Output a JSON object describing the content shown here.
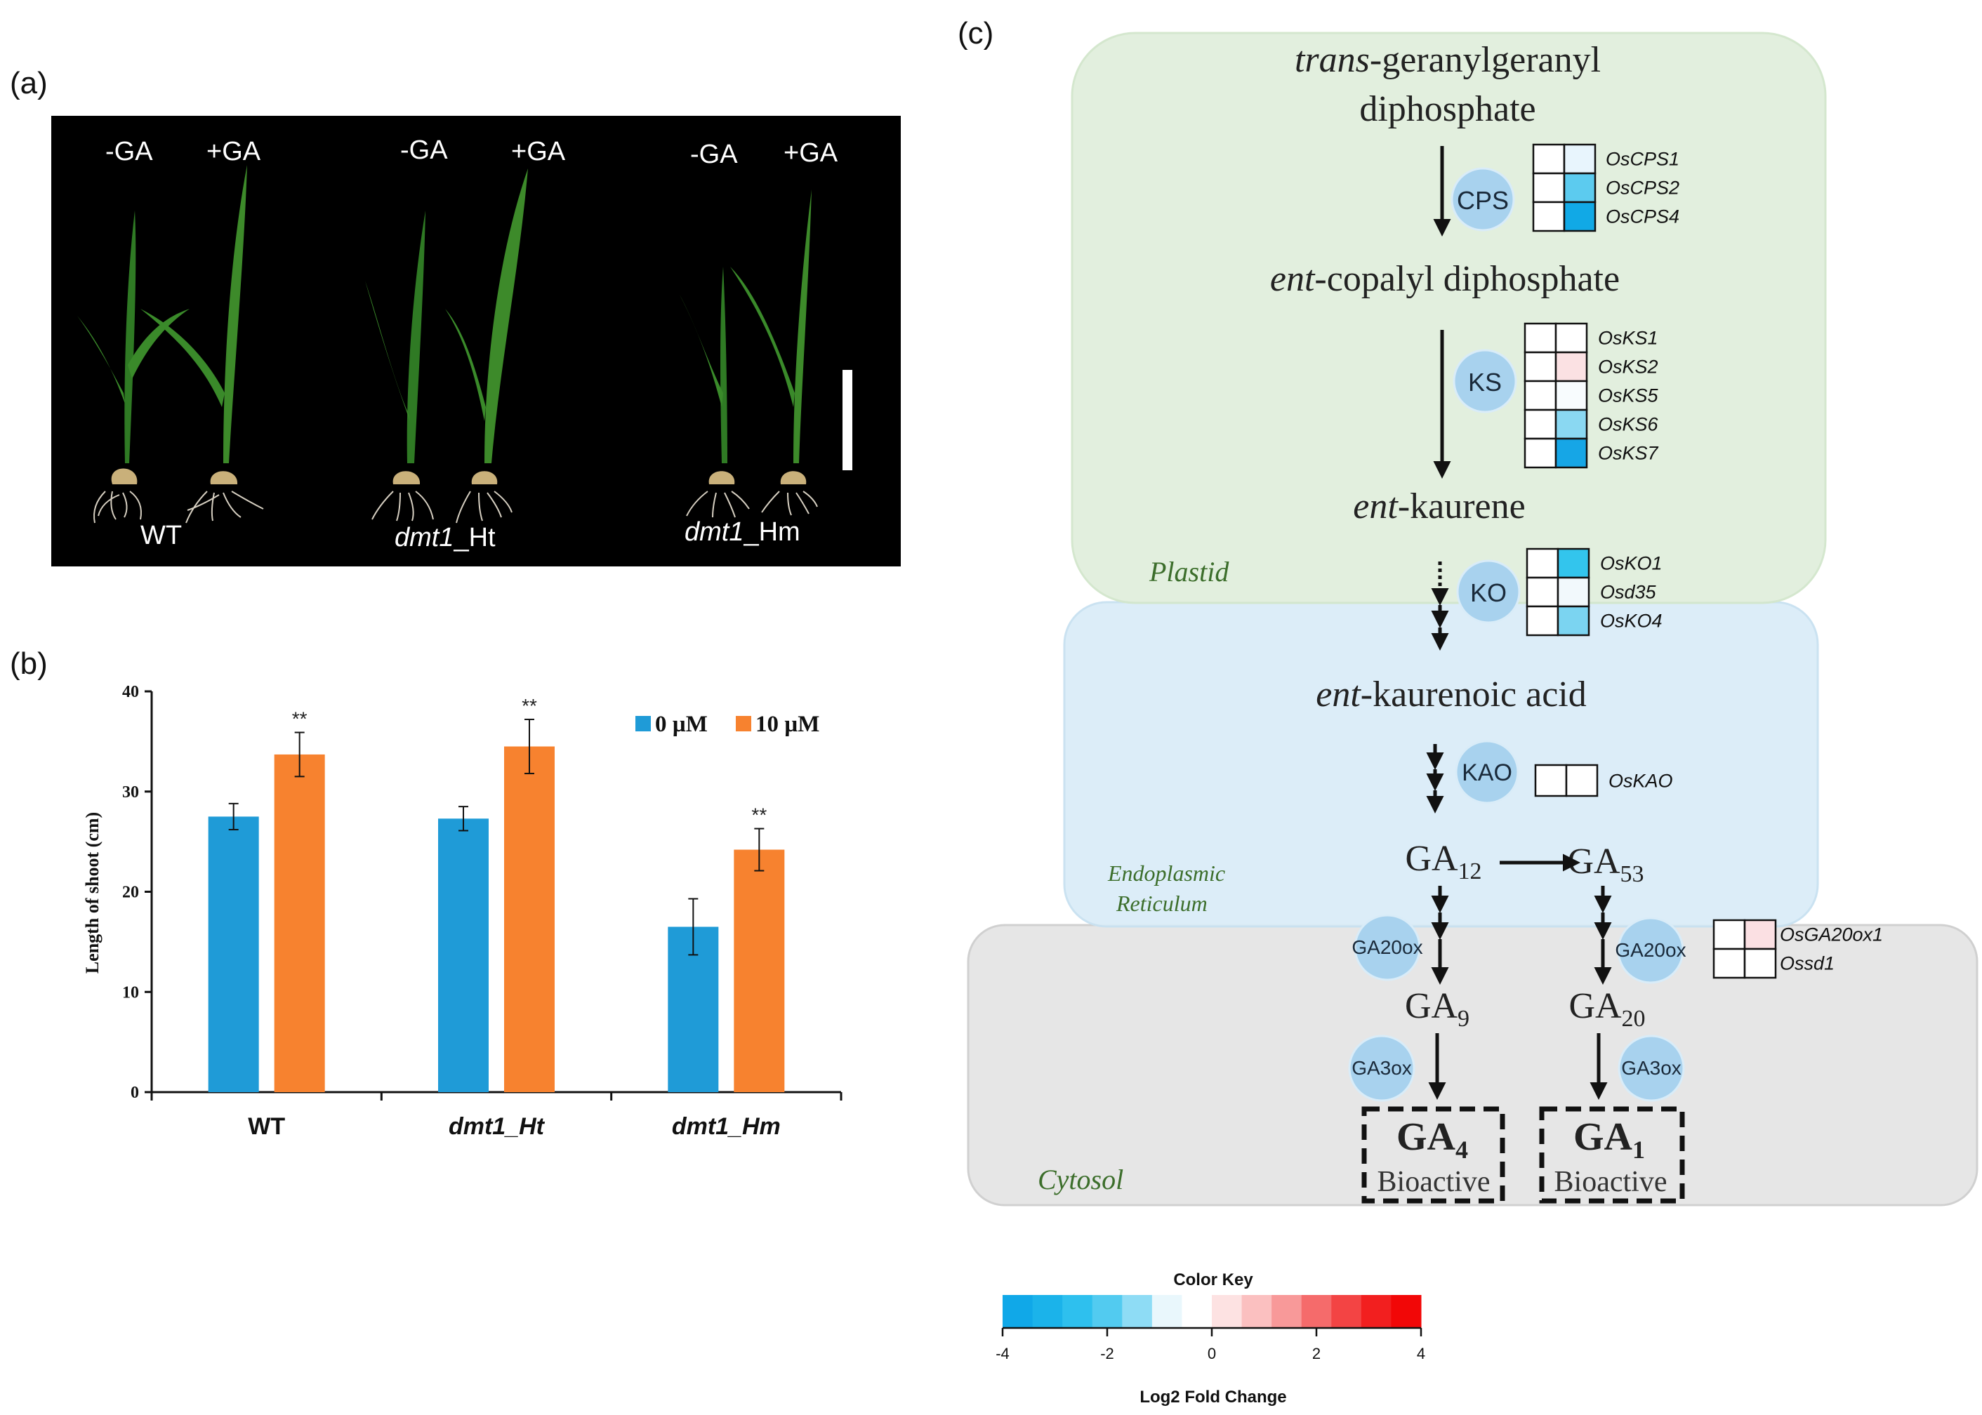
{
  "panels": {
    "a": "(a)",
    "b": "(b)",
    "c": "(c)"
  },
  "photo": {
    "labels": {
      "minus_ga_1": "-GA",
      "plus_ga_1": "+GA",
      "minus_ga_2": "-GA",
      "plus_ga_2": "+GA",
      "minus_ga_3": "-GA",
      "plus_ga_3": "+GA"
    },
    "genotypes": {
      "wt": "WT",
      "ht_italic": "dmt1",
      "ht_suffix": "_Ht",
      "hm_italic": "dmt1",
      "hm_suffix": "_Hm"
    }
  },
  "chart_data": {
    "type": "bar",
    "categories": [
      "WT",
      "dmt1_Ht",
      "dmt1_Hm"
    ],
    "ylabel": "Length of shoot (cm)",
    "ylim": [
      0,
      40
    ],
    "yticks": [
      "0",
      "10",
      "20",
      "30",
      "40"
    ],
    "legend_placement": "top-right",
    "series": [
      {
        "name": "0 µM",
        "color": "#1f9bd7",
        "values": [
          27.5,
          27.3,
          16.5
        ],
        "errors": [
          1.3,
          1.2,
          2.8
        ],
        "sig": [
          "",
          "",
          ""
        ]
      },
      {
        "name": "10 µM",
        "color": "#f7822f",
        "values": [
          33.7,
          34.5,
          24.2
        ],
        "errors": [
          2.2,
          2.7,
          2.1
        ],
        "sig": [
          "**",
          "**",
          "**"
        ]
      }
    ]
  },
  "pathway": {
    "compartments": {
      "plastid": "Plastid",
      "er_line1": "Endoplasmic",
      "er_line2": "Reticulum",
      "cytosol": "Cytosol"
    },
    "compounds": {
      "ggpp_italic": "trans",
      "ggpp_rest": "-geranylgeranyl",
      "ggpp_line2": "diphosphate",
      "cpp_italic": "ent",
      "cpp_rest": "-copalyl diphosphate",
      "kaurene_italic": "ent",
      "kaurene_rest": "-kaurene",
      "kaurenoic_italic": "ent",
      "kaurenoic_rest": "-kaurenoic acid",
      "ga12": "GA",
      "ga12_sub": "12",
      "ga53": "GA",
      "ga53_sub": "53",
      "ga9": "GA",
      "ga9_sub": "9",
      "ga20": "GA",
      "ga20_sub": "20",
      "ga4": "GA",
      "ga4_sub": "4",
      "ga1": "GA",
      "ga1_sub": "1",
      "bioactive_1": "Bioactive",
      "bioactive_2": "Bioactive"
    },
    "enzymes": {
      "cps": "CPS",
      "ks": "KS",
      "ko": "KO",
      "kao": "KAO",
      "ga20ox_left": "GA20ox",
      "ga20ox_right": "GA20ox",
      "ga3ox_left": "GA3ox",
      "ga3ox_right": "GA3ox"
    },
    "genes": {
      "cps": [
        {
          "name": "OsCPS1",
          "colors": [
            "#ffffff",
            "#e8f5fd"
          ]
        },
        {
          "name": "OsCPS2",
          "colors": [
            "#ffffff",
            "#5ccbef"
          ]
        },
        {
          "name": "OsCPS4",
          "colors": [
            "#ffffff",
            "#11a9e6"
          ]
        }
      ],
      "ks": [
        {
          "name": "OsKS1",
          "colors": [
            "#ffffff",
            "#ffffff"
          ]
        },
        {
          "name": "OsKS2",
          "colors": [
            "#ffffff",
            "#fbe1e3"
          ]
        },
        {
          "name": "OsKS5",
          "colors": [
            "#ffffff",
            "#f8fcfe"
          ]
        },
        {
          "name": "OsKS6",
          "colors": [
            "#ffffff",
            "#8ad8f2"
          ]
        },
        {
          "name": "OsKS7",
          "colors": [
            "#ffffff",
            "#16a6e6"
          ]
        }
      ],
      "ko": [
        {
          "name": "OsKO1",
          "colors": [
            "#ffffff",
            "#33c5ed"
          ]
        },
        {
          "name": "Osd35",
          "colors": [
            "#ffffff",
            "#f2f9fc"
          ]
        },
        {
          "name": "OsKO4",
          "colors": [
            "#ffffff",
            "#7bd4f1"
          ]
        }
      ],
      "kao": [
        {
          "name": "OsKAO",
          "colors": [
            "#ffffff",
            "#ffffff"
          ]
        }
      ],
      "ga20ox": [
        {
          "name": "OsGA20ox1",
          "colors": [
            "#ffffff",
            "#fbe0e3"
          ]
        },
        {
          "name": "Ossd1",
          "colors": [
            "#ffffff",
            "#ffffff"
          ]
        }
      ]
    }
  },
  "color_key": {
    "title": "Color Key",
    "xlabel": "Log2 Fold Change",
    "ticks": [
      "-4",
      "-2",
      "0",
      "2",
      "4"
    ],
    "colors": [
      "#10a8e8",
      "#1bb3ea",
      "#2ec0ee",
      "#52cbf0",
      "#8edcf5",
      "#e9f7fc",
      "#ffffff",
      "#fde2e2",
      "#fbc0c0",
      "#f89999",
      "#f56b6b",
      "#f34444",
      "#f21f1f",
      "#f20707"
    ]
  }
}
